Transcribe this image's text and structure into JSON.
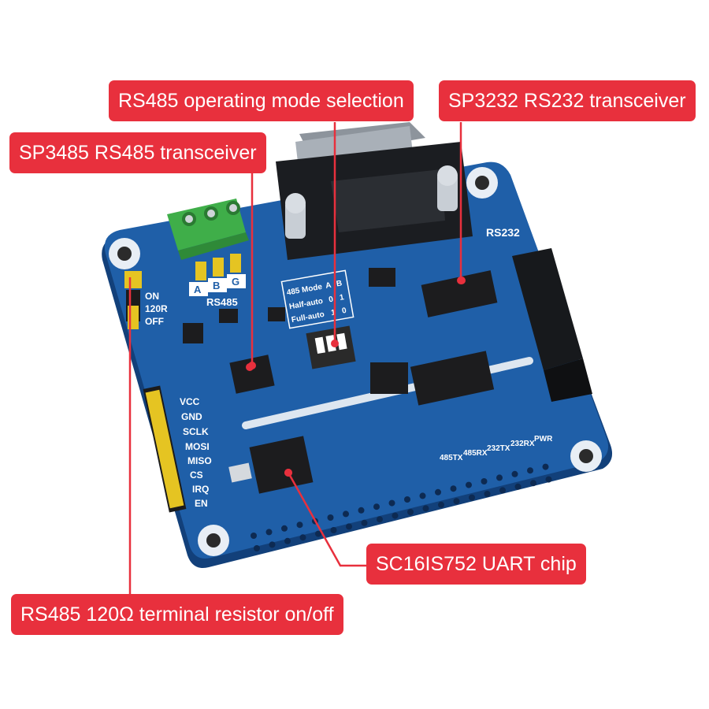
{
  "callouts": {
    "mode_selection": "RS485 operating mode selection",
    "rs232_transceiver": "SP3232 RS232 transceiver",
    "rs485_transceiver": "SP3485 RS485 transceiver",
    "uart_chip": "SC16IS752 UART chip",
    "terminal_resistor": "RS485 120Ω terminal resistor on/off"
  },
  "board": {
    "rs232_label": "RS232",
    "rs485_label": "RS485",
    "terminal_pins": [
      "A",
      "B",
      "G"
    ],
    "jumper_labels": [
      "ON",
      "120R",
      "OFF"
    ],
    "spi_pins": [
      "VCC",
      "GND",
      "SCLK",
      "MOSI",
      "MISO",
      "CS",
      "IRQ",
      "EN"
    ],
    "mode_table": {
      "header": [
        "485 Mode",
        "A",
        "B"
      ],
      "rows": [
        [
          "Half-auto",
          "0",
          "1"
        ],
        [
          "Full-auto",
          "1",
          "0"
        ]
      ]
    },
    "led_labels": [
      "485TX",
      "485RX",
      "232TX",
      "232RX",
      "PWR"
    ]
  },
  "colors": {
    "callout": "#e8303d",
    "pcb": "#1f5fa8",
    "terminal_block": "#3fae49",
    "pin_header": "#e5c422"
  }
}
